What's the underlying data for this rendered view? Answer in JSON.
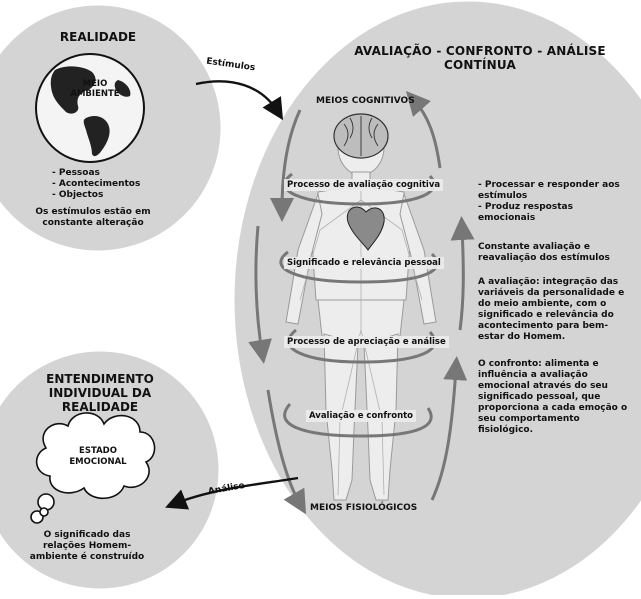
{
  "colors": {
    "panel_fill": "#d4d4d4",
    "panel_stroke": "#ffffff",
    "arrow": "#777777",
    "arrow_dark": "#111111",
    "text": "#111111"
  },
  "realidade": {
    "title": "REALIDADE",
    "globe_label_line1": "MEIO",
    "globe_label_line2": "AMBIENTE",
    "bullets": [
      "- Pessoas",
      "- Acontecimentos",
      "- Objectos"
    ],
    "note": "Os estímulos estão em constante alteração"
  },
  "stimulus_arrow_label": "Estímulos",
  "analysis_arrow_label": "Análise",
  "avaliacao": {
    "title": "AVALIAÇÃO - CONFRONTO - ANÁLISE CONTÍNUA",
    "top_label": "MEIOS COGNITIVOS",
    "bottom_label": "MEIOS FISIOLÓGICOS",
    "process_labels": [
      "Processo de avaliação cognitiva",
      "Significado e relevância pessoal",
      "Processo de apreciação e análise",
      "Avaliação e confronto"
    ],
    "side_bullets": [
      "- Processar e responder aos estímulos",
      "- Produz respostas emocionais"
    ],
    "paragraph1": "Constante avaliação e reavaliação dos estímulos",
    "paragraph2": "A avaliação: integração das variáveis da personalidade e do meio ambiente, com o significado e relevância do acontecimento para bem-estar do Homem.",
    "paragraph3": "O confronto: alimenta e influência a avaliação emocional através do seu significado pessoal, que proporciona a cada emoção o seu comportamento fisiológico."
  },
  "entendimento": {
    "title_line1": "ENTENDIMENTO",
    "title_line2": "INDIVIDUAL DA REALIDADE",
    "cloud_line1": "ESTADO",
    "cloud_line2": "EMOCIONAL",
    "note": "O significado das relações Homem-ambiente é construído"
  }
}
